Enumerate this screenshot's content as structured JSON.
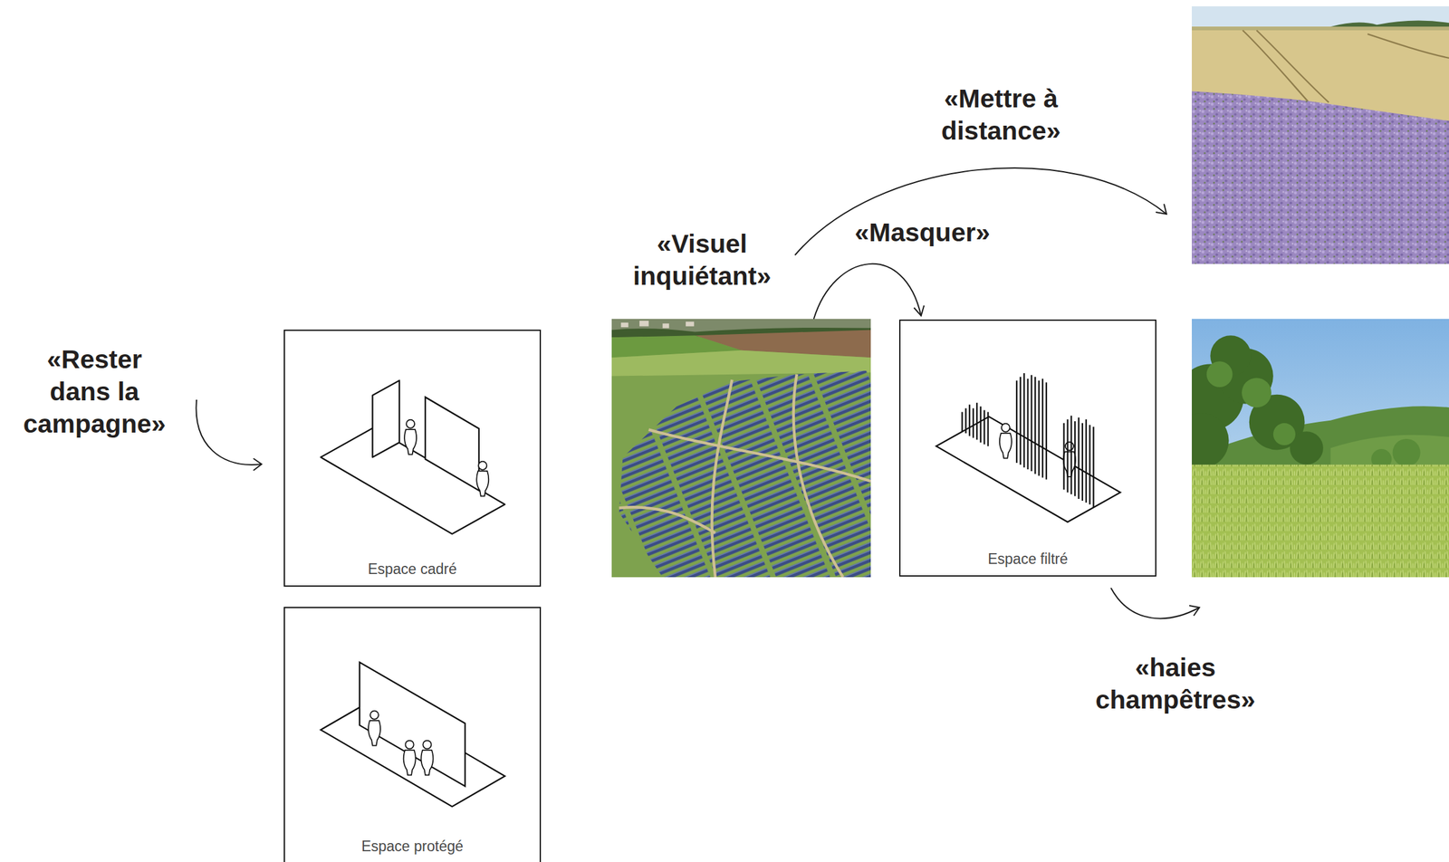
{
  "diagram": {
    "nodes": [
      {
        "text": [
          "Espace cadré"
        ]
      },
      {
        "text": [
          "Espace protégé"
        ]
      },
      {
        "text": [
          "«Visuel inquiétant»"
        ]
      },
      {
        "text": [
          "Espace filtré"
        ]
      }
    ],
    "edges": [
      {
        "from": 2,
        "to": 3,
        "label": "«Masquer»",
        "arrow": "to"
      }
    ],
    "labels": [
      "«Mettre à distance»",
      "«Rester dans la campagne»",
      "«haies champêtres»"
    ]
  }
}
